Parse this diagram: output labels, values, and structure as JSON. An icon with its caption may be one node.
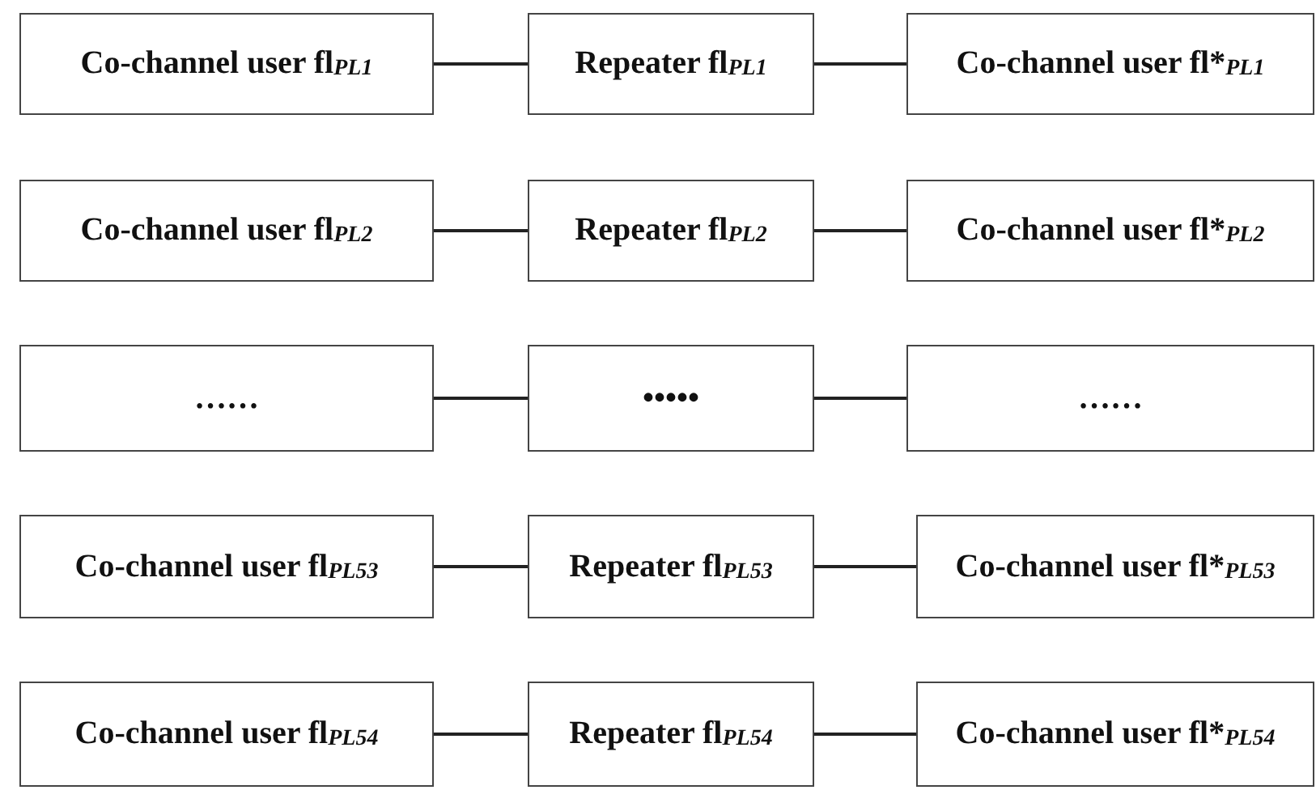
{
  "diagram": {
    "nodes": [
      {
        "text": [
          "Co-channel user fl$_{PL1}$"
        ]
      },
      {
        "text": [
          "Repeater fl$_{PL1}$"
        ]
      },
      {
        "text": [
          "Co-channel user fl*$_{PL1}$"
        ]
      },
      {
        "text": [
          "Co-channel user fl$_{PL2}$"
        ]
      },
      {
        "text": [
          "Repeater fl$_{PL2}$"
        ]
      },
      {
        "text": [
          "Co-channel user fl*$_{PL2}$"
        ]
      },
      {
        "text": [
          "……"
        ]
      },
      {
        "text": [
          "•••••"
        ]
      },
      {
        "text": [
          "……"
        ]
      },
      {
        "text": [
          "Co-channel user fl$_{PL53}$"
        ]
      },
      {
        "text": [
          "Repeater fl$_{PL53}$"
        ]
      },
      {
        "text": [
          "Co-channel user fl*$_{PL53}$"
        ]
      },
      {
        "text": [
          "Co-channel user fl$_{PL54}$"
        ]
      },
      {
        "text": [
          "Repeater fl$_{PL54}$"
        ]
      },
      {
        "text": [
          "Co-channel user fl*$_{PL54}$"
        ]
      }
    ],
    "edges": [
      {
        "from": 0,
        "to": 1,
        "arrow": "none"
      },
      {
        "from": 1,
        "to": 2,
        "arrow": "none"
      },
      {
        "from": 3,
        "to": 4,
        "arrow": "none"
      },
      {
        "from": 4,
        "to": 5,
        "arrow": "none"
      },
      {
        "from": 6,
        "to": 7,
        "arrow": "none"
      },
      {
        "from": 7,
        "to": 8,
        "arrow": "none"
      },
      {
        "from": 9,
        "to": 10,
        "arrow": "none"
      },
      {
        "from": 10,
        "to": 11,
        "arrow": "none"
      },
      {
        "from": 12,
        "to": 13,
        "arrow": "none"
      },
      {
        "from": 13,
        "to": 14,
        "arrow": "none"
      }
    ]
  }
}
